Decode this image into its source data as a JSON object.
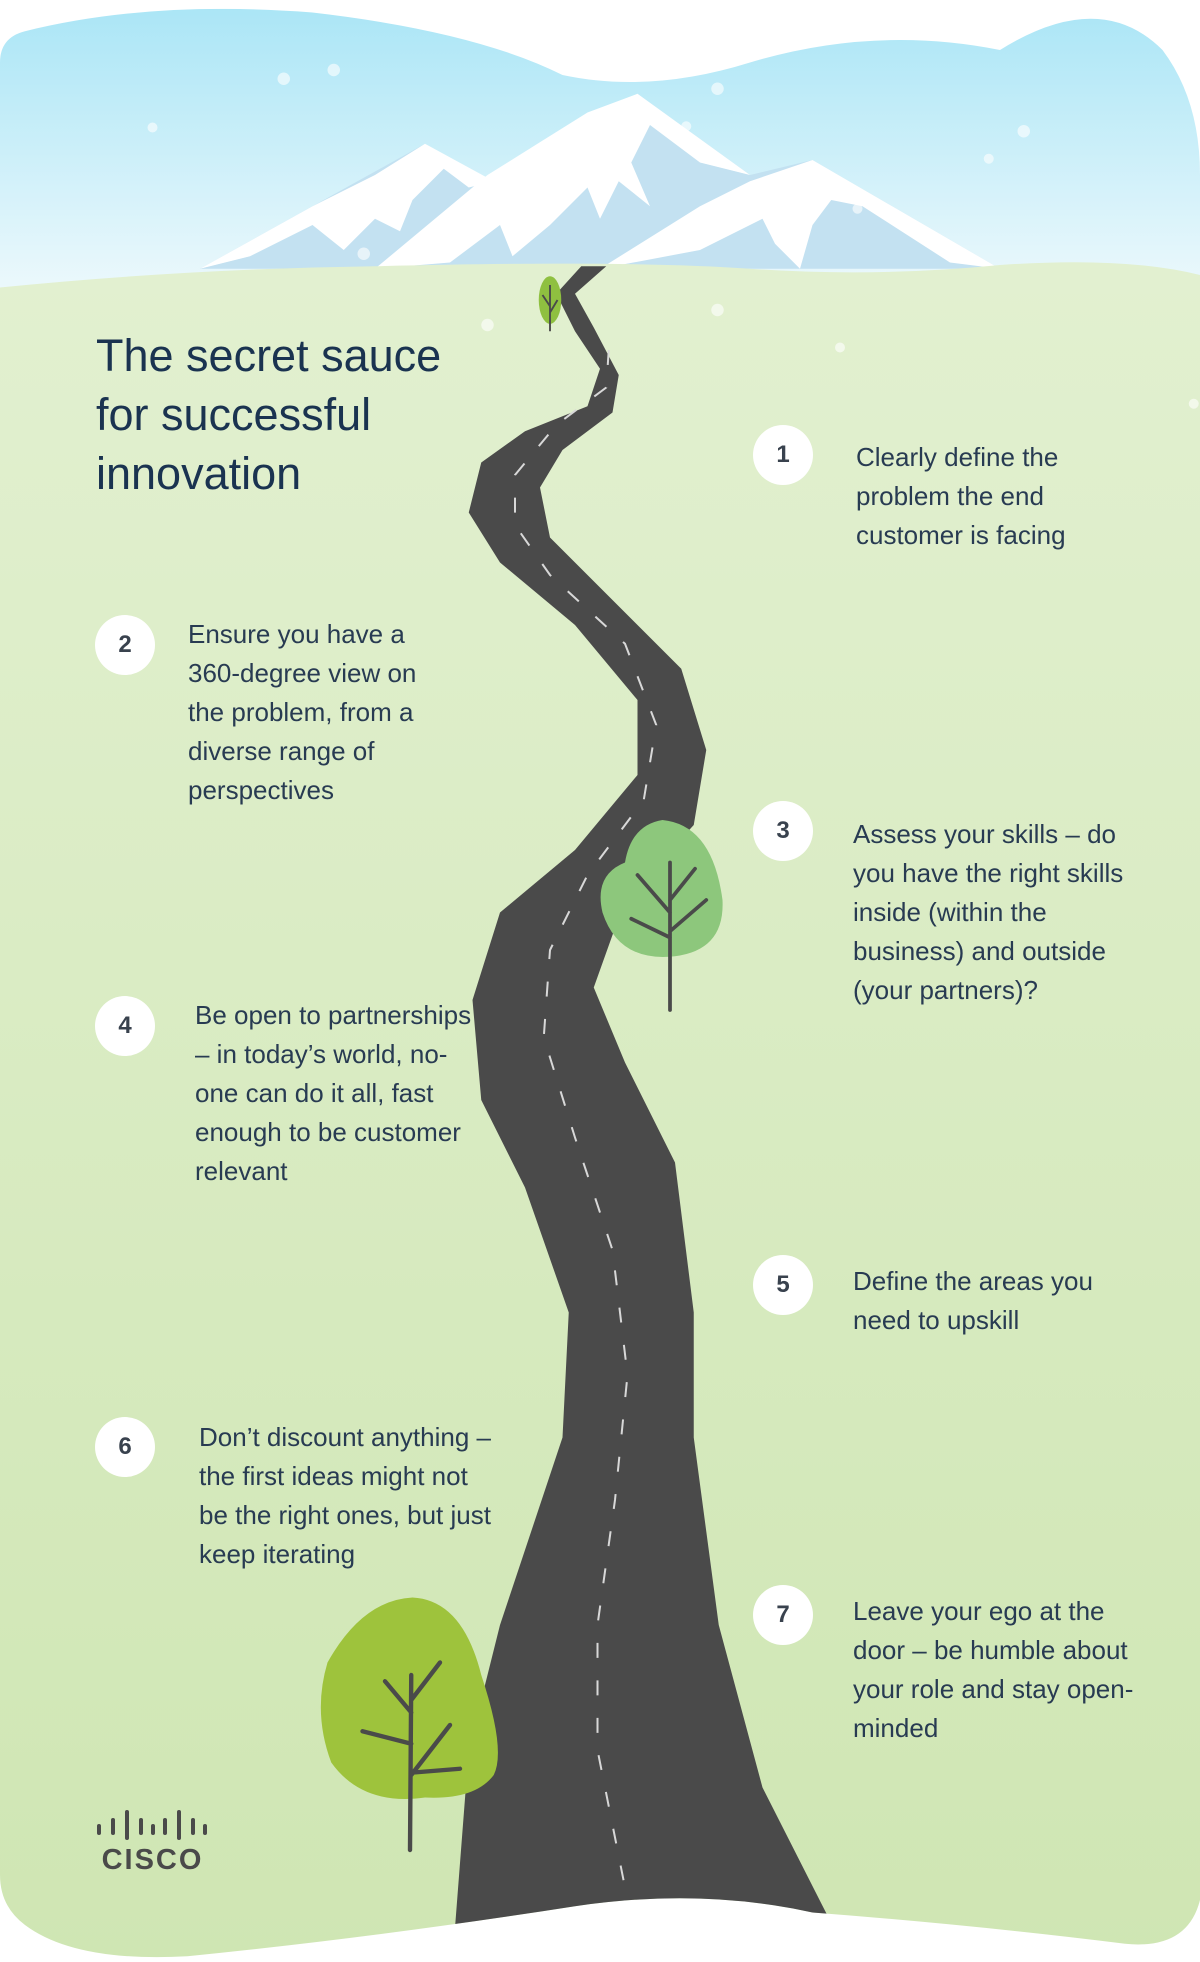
{
  "title": {
    "lines": [
      "The secret sauce",
      "for successful",
      "innovation"
    ]
  },
  "steps": [
    {
      "num": "1",
      "text": "Clearly define the problem the end customer is facing"
    },
    {
      "num": "2",
      "text": "Ensure you have a 360-degree view on the problem, from a diverse range of perspectives"
    },
    {
      "num": "3",
      "text": "Assess your skills – do you have the right skills inside (within the business) and outside (your partners)?"
    },
    {
      "num": "4",
      "text": "Be open to partnerships – in today’s world, no-one can do it all, fast enough to be customer relevant"
    },
    {
      "num": "5",
      "text": "Define the areas you need to upskill"
    },
    {
      "num": "6",
      "text": "Don’t discount anything – the first ideas might not be the right ones, but just keep iterating"
    },
    {
      "num": "7",
      "text": "Leave your ego at the door – be humble about your role and stay open-minded"
    }
  ],
  "logo": {
    "word": "CISCO"
  },
  "colors": {
    "sky": "#a9e5f6",
    "grass_top": "#e0efcd",
    "grass_bottom": "#cfe6b3",
    "road": "#4a4a4a",
    "text": "#283b52"
  }
}
